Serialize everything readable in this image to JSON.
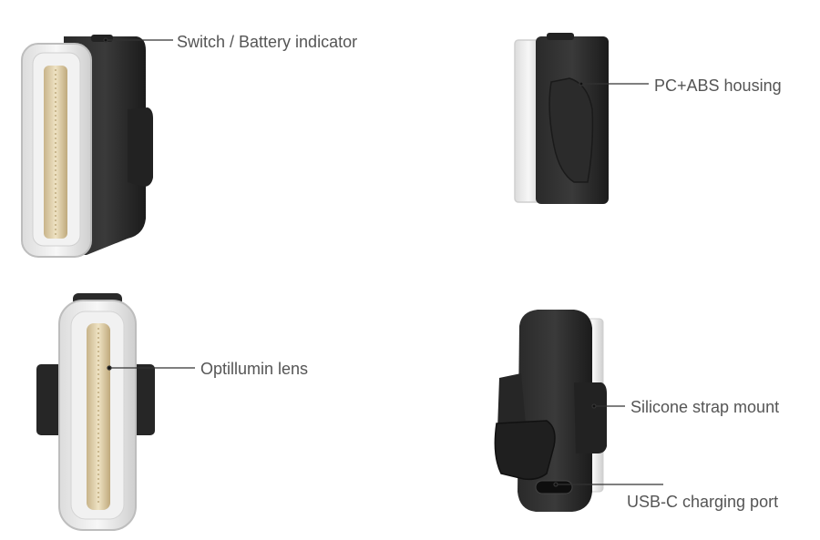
{
  "callouts": {
    "switch": "Switch / Battery indicator",
    "housing": "PC+ABS housing",
    "lens": "Optillumin lens",
    "strap": "Silicone strap mount",
    "usb": "USB-C charging port"
  },
  "views": {
    "front_angle": "light-front-angle-view",
    "side": "light-side-view",
    "front": "light-front-view",
    "rear": "light-rear-view"
  }
}
